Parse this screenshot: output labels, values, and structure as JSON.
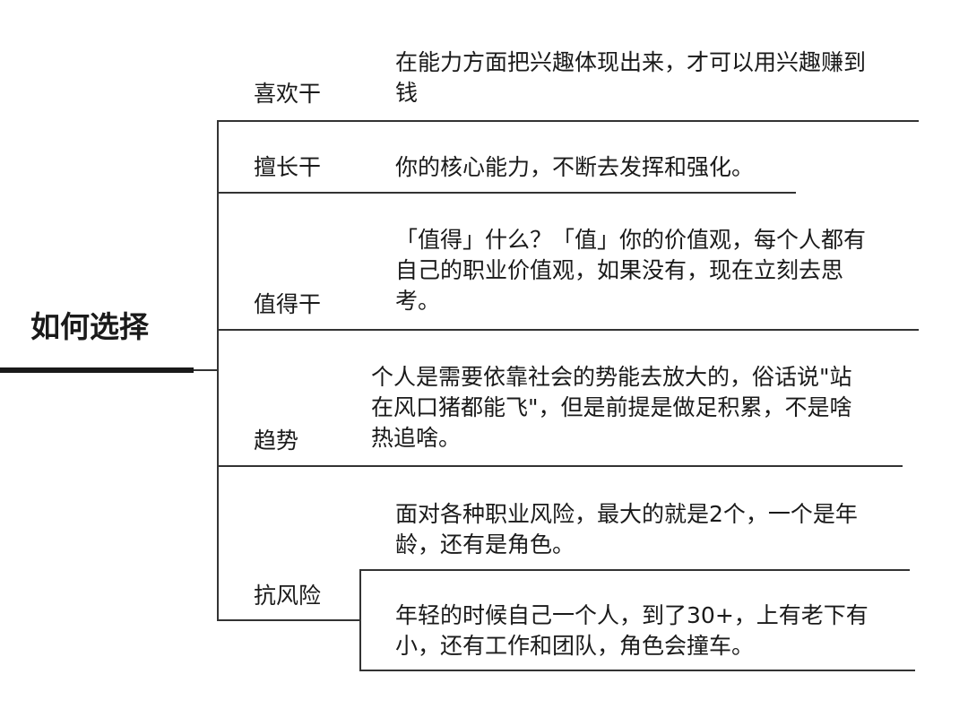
{
  "root": {
    "label": "如何选择"
  },
  "branches": [
    {
      "label": "喜欢干",
      "notes": [
        [
          "在能力方面把兴趣体现出来，才可以用兴趣赚到",
          "钱"
        ]
      ]
    },
    {
      "label": "擅长干",
      "notes": [
        [
          "你的核心能力，不断去发挥和强化。"
        ]
      ]
    },
    {
      "label": "值得干",
      "notes": [
        [
          "「值得」什么？「值」你的价值观，每个人都有",
          "自己的职业价值观，如果没有，现在立刻去思",
          "考。"
        ]
      ]
    },
    {
      "label": "趋势",
      "notes": [
        [
          "个人是需要依靠社会的势能去放大的，俗话说\"站",
          "在风口猪都能飞\"，但是前提是做足积累，不是啥",
          "热追啥。"
        ]
      ]
    },
    {
      "label": "抗风险",
      "notes": [
        [
          "面对各种职业风险，最大的就是2个，一个是年",
          "龄，还有是角色。"
        ],
        [
          "年轻的时候自己一个人，到了30+，上有老下有",
          "小，还有工作和团队，角色会撞车。"
        ]
      ]
    }
  ]
}
